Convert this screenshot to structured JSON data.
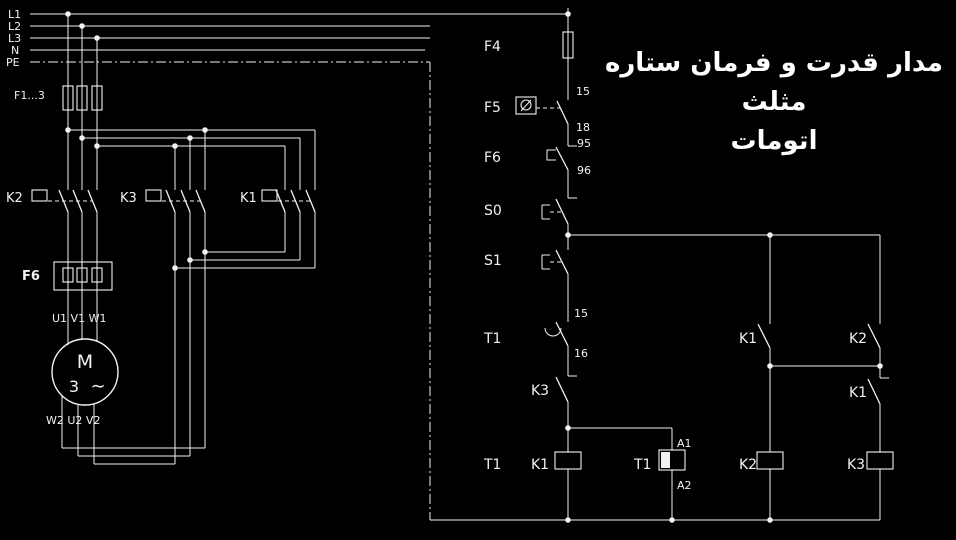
{
  "title": {
    "line1": "مدار قدرت و فرمان ستاره مثلث",
    "line2": "اتومات"
  },
  "colors": {
    "background": "#000000",
    "line": "#f2f2f2",
    "text": "#ffffff"
  },
  "power": {
    "bus_l1": "L1",
    "bus_l2": "L2",
    "bus_l3": "L3",
    "bus_n": "N",
    "bus_pe": "PE",
    "fuse_group": "F1...3",
    "k2": "K2",
    "k3": "K3",
    "k1": "K1",
    "overload": "F6",
    "motor_m": "M",
    "motor_phases": "3",
    "motor_wave": "∼",
    "terminals_top": "U1 V1 W1",
    "terminals_bottom": "W2 U2 V2"
  },
  "control": {
    "f4": "F4",
    "f5": "F5",
    "f6": "F6",
    "s0": "S0",
    "s1": "S1",
    "t1_contact": "T1",
    "k3_interlock": "K3",
    "k1_aux": "K1",
    "k2_aux": "K2",
    "k1_interlock": "K1",
    "t1_wire": "T1",
    "coil_k1": "K1",
    "coil_t1": "T1",
    "coil_k2": "K2",
    "coil_k3": "K3",
    "t15": "15",
    "t18": "18",
    "t95": "95",
    "t96": "96",
    "t15b": "15",
    "t16": "16",
    "a1": "A1",
    "a2": "A2"
  }
}
